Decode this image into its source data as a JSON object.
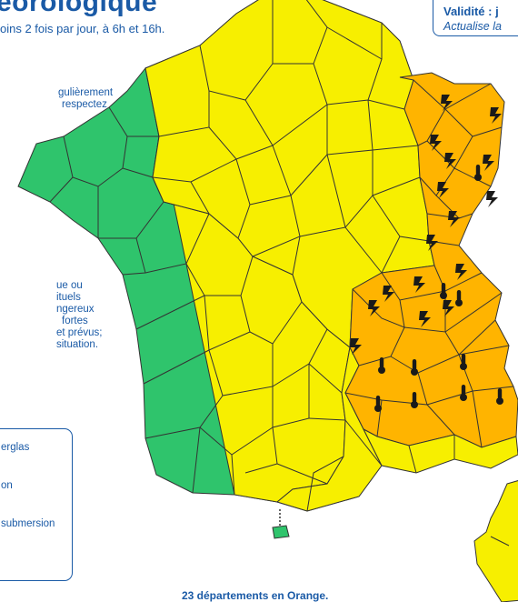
{
  "header": {
    "title": "éorologique",
    "subtitle": "oins 2 fois par jour, à 6h et 16h."
  },
  "validity_box": {
    "label": "Validité : j",
    "update": "Actualise la"
  },
  "advice_1": [
    "gulièrement",
    "respectez"
  ],
  "advice_2": [
    "ue ou",
    "ituels",
    "ngereux",
    "fortes",
    "et prévus;",
    "situation."
  ],
  "legend": {
    "items": [
      "erglas",
      "on",
      "submersion"
    ]
  },
  "footer": "23 départements en Orange.",
  "colors": {
    "green": "#2fc46c",
    "yellow": "#f7ef00",
    "orange": "#ffb400",
    "border": "#333333",
    "text": "#1a5aa6"
  },
  "alert_summary": {
    "orange_departments": 23,
    "icons": [
      "thunderstorm-icon",
      "thermometer-icon"
    ]
  }
}
